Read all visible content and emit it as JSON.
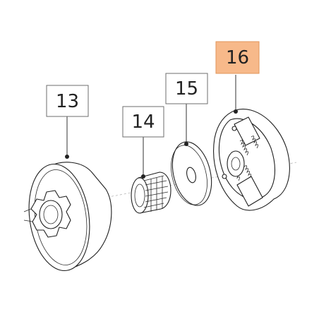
{
  "callouts": [
    {
      "id": "13",
      "label": "13",
      "highlighted": false
    },
    {
      "id": "14",
      "label": "14",
      "highlighted": false
    },
    {
      "id": "15",
      "label": "15",
      "highlighted": false
    },
    {
      "id": "16",
      "label": "16",
      "highlighted": true
    }
  ],
  "colors": {
    "highlight_fill": "#f7b98a",
    "highlight_stroke": "#e0955a",
    "box_stroke": "#6e6e6e",
    "line": "#1e1e1e",
    "background": "#ffffff"
  }
}
